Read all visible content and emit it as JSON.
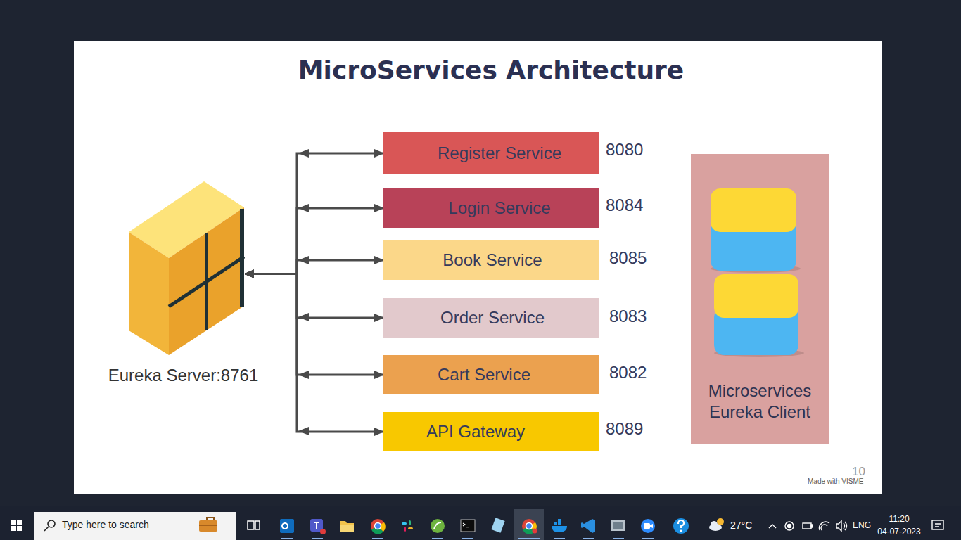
{
  "diagram": {
    "title": "MicroServices Architecture",
    "nodes": [
      {
        "text": [
          "Eureka Server:8761"
        ]
      },
      {
        "text": [
          "Register Service"
        ]
      },
      {
        "text": [
          "Login Service"
        ]
      },
      {
        "text": [
          "Book Service"
        ]
      },
      {
        "text": [
          "Order Service"
        ]
      },
      {
        "text": [
          "Cart Service"
        ]
      },
      {
        "text": [
          "API Gateway"
        ]
      },
      {
        "text": [
          "Microservices Eureka Client"
        ]
      }
    ],
    "edges": [
      {
        "from": 0,
        "to": 1,
        "arrow": "both"
      },
      {
        "from": 0,
        "to": 2,
        "arrow": "both"
      },
      {
        "from": 0,
        "to": 3,
        "arrow": "both"
      },
      {
        "from": 0,
        "to": 4,
        "arrow": "both"
      },
      {
        "from": 0,
        "to": 5,
        "arrow": "both"
      },
      {
        "from": 0,
        "to": 6,
        "arrow": "both"
      }
    ],
    "labels": [
      "8080",
      "8084",
      "8085",
      "8083",
      "8082",
      "8089",
      "10",
      "Made with VISME",
      "Type here to search",
      "27°C",
      "ENG",
      "11:20",
      "04-07-2023"
    ]
  }
}
